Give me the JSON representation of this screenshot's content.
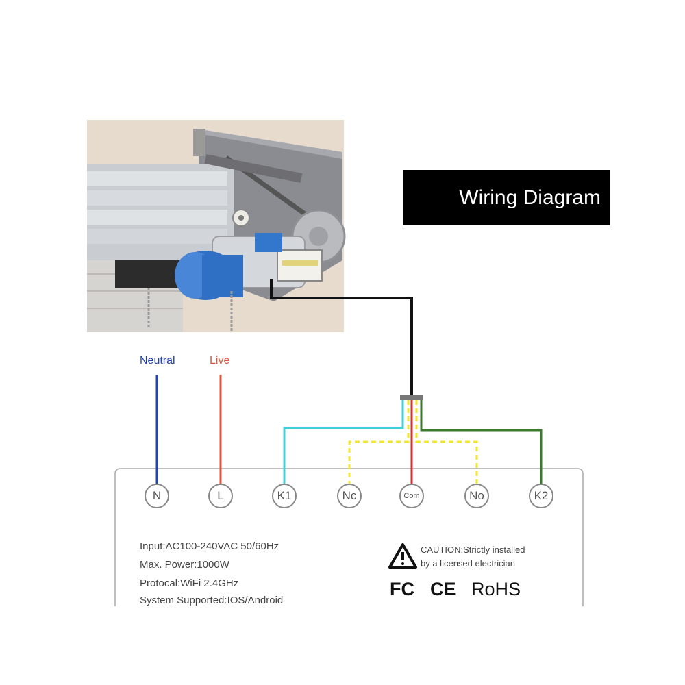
{
  "title": "Wiring Diagram",
  "wires": {
    "neutral_label": "Neutral",
    "live_label": "Live",
    "colors": {
      "neutral": "#2244b0",
      "live": "#e0553a",
      "k1": "#3fd0d8",
      "nc_no": "#f2e632",
      "com": "#d83030",
      "k2": "#3a7a2c",
      "motor_cable": "#111111"
    }
  },
  "terminals": [
    {
      "id": "N",
      "label": "N"
    },
    {
      "id": "L",
      "label": "L"
    },
    {
      "id": "K1",
      "label": "K1"
    },
    {
      "id": "Nc",
      "label": "Nc"
    },
    {
      "id": "Com",
      "label": "Com"
    },
    {
      "id": "No",
      "label": "No"
    },
    {
      "id": "K2",
      "label": "K2"
    }
  ],
  "specs": {
    "input": "Input:AC100-240VAC 50/60Hz",
    "power": "Max. Power:1000W",
    "protocol": "Protocal:WiFi 2.4GHz",
    "system": "System Supported:IOS/Android"
  },
  "caution": {
    "line1": "CAUTION:Strictly installed",
    "line2": "by a licensed electrician"
  },
  "certifications": {
    "fc": "FC",
    "ce": "CE",
    "rohs": "RoHS"
  },
  "icons": {
    "motor_photo": "tubular-motor-photo",
    "caution": "warning-triangle-icon"
  }
}
